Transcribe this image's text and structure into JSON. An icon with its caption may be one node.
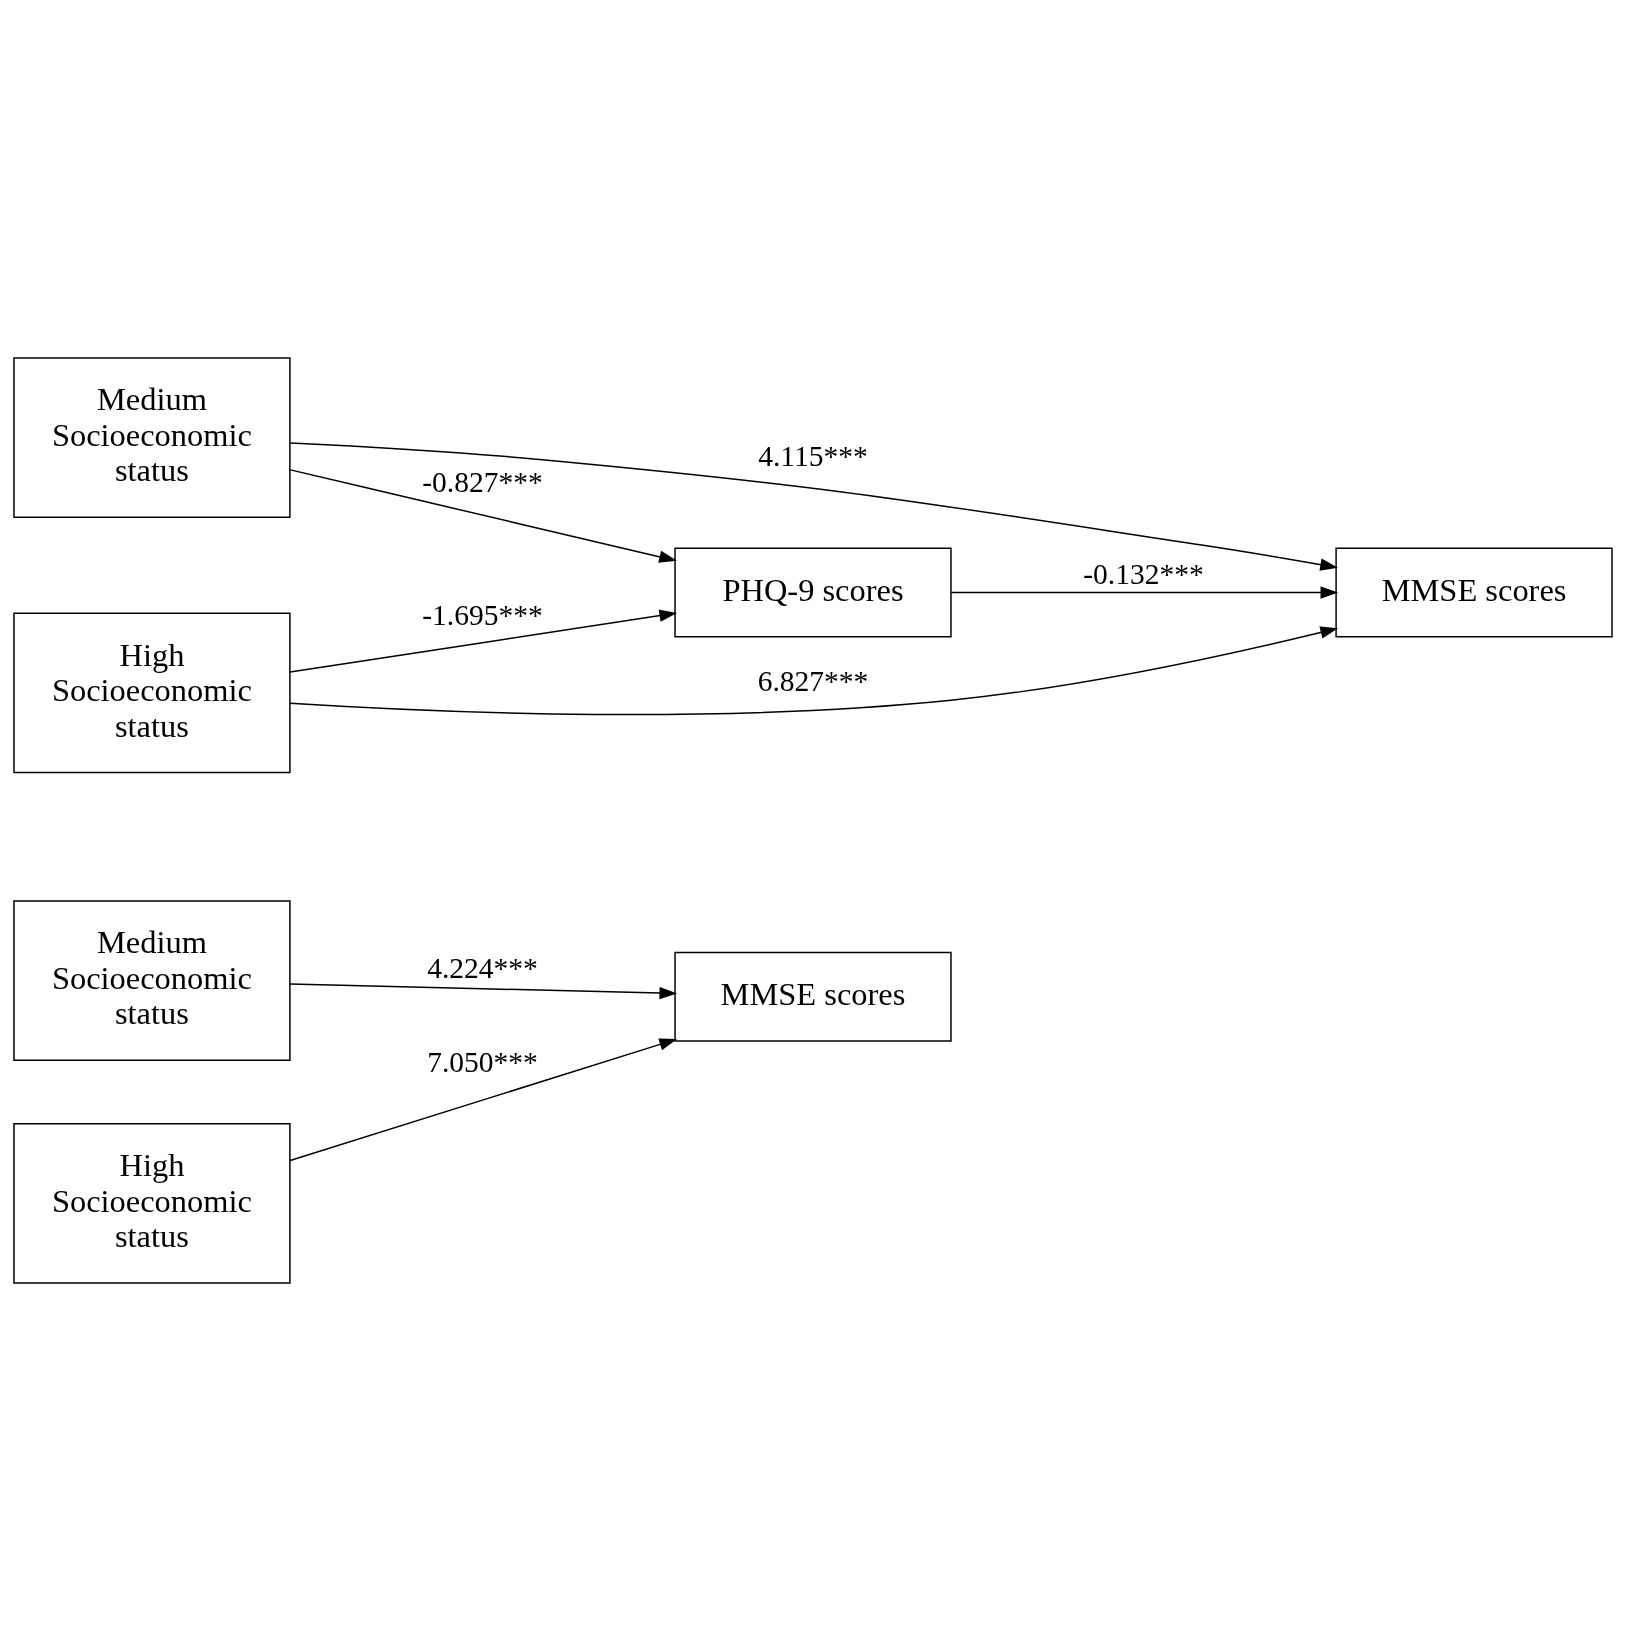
{
  "diagram": {
    "nodes": [
      {
        "text": [
          "Medium Socioeconomic status"
        ]
      },
      {
        "text": [
          "MMSE scores"
        ]
      },
      {
        "text": [
          "High Socioeconomic status"
        ]
      },
      {
        "text": [
          "PHQ-9 scores"
        ]
      },
      {
        "text": [
          "Medium Socioeconomic status"
        ]
      },
      {
        "text": [
          "MMSE scores"
        ]
      },
      {
        "text": [
          "High Socioeconomic status"
        ]
      }
    ],
    "edges": [
      {
        "from": 0,
        "to": 1,
        "arrow": "to",
        "label": "4.224***"
      },
      {
        "from": 2,
        "to": 1,
        "arrow": "to",
        "label": "7.050***"
      },
      {
        "from": 4,
        "to": 3,
        "arrow": "to",
        "label": "-0.827***"
      },
      {
        "from": 6,
        "to": 3,
        "arrow": "to",
        "label": "-1.695***"
      },
      {
        "from": 3,
        "to": 5,
        "arrow": "to",
        "label": "-0.132***"
      },
      {
        "from": 4,
        "to": 5,
        "arrow": "to",
        "label": "4.115***"
      },
      {
        "from": 6,
        "to": 5,
        "arrow": "to",
        "label": "6.827***"
      }
    ]
  }
}
